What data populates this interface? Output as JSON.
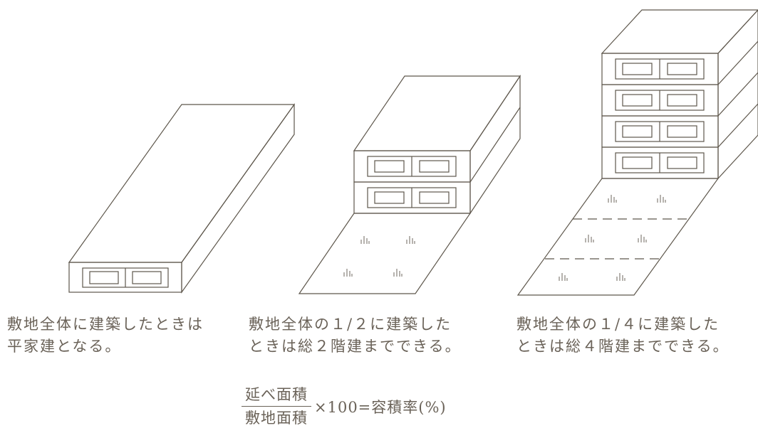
{
  "captions": {
    "single_floor": {
      "line1": "敷地全体に建築したときは",
      "line2": "平家建となる。"
    },
    "half_area": {
      "line1": "敷地全体の１/２に建築した",
      "line2": "ときは総２階建までできる。"
    },
    "quarter_area": {
      "line1": "敷地全体の１/４に建築した",
      "line2": "ときは総４階建までできる。"
    }
  },
  "formula": {
    "numerator": "延べ面積",
    "denominator": "敷地面積",
    "rhs": "×100=容積率(%)"
  },
  "colors": {
    "line": "#5e574c",
    "text": "#6a6258"
  }
}
